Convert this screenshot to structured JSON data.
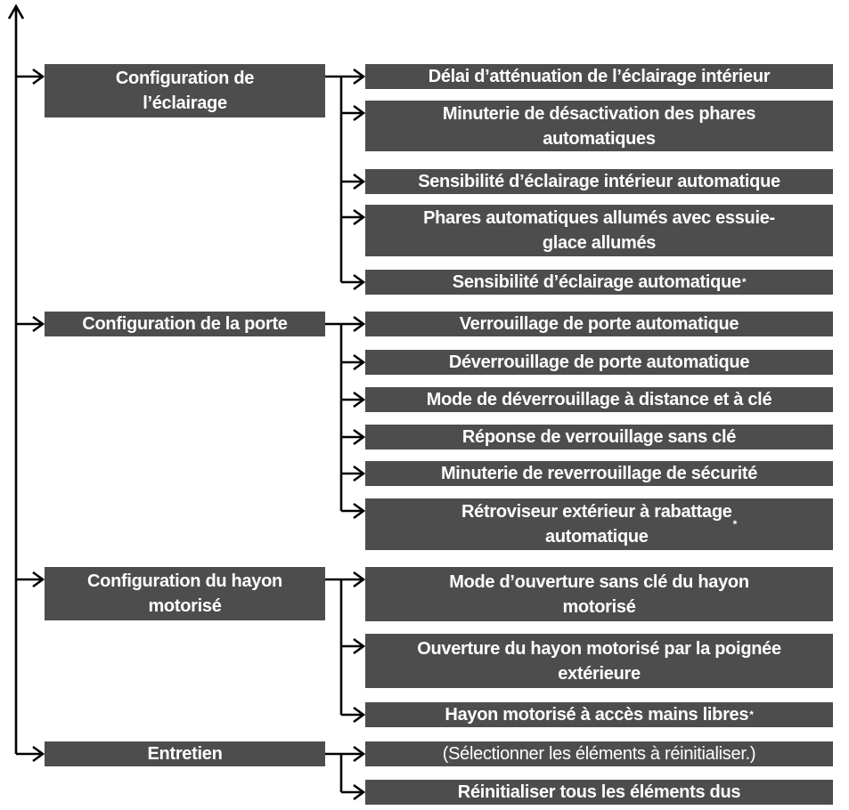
{
  "diagram": {
    "kind": "menu-tree",
    "colors": {
      "box_background": "#4d4d4d",
      "box_text": "#ffffff",
      "connector_line": "#000000",
      "page_background": "#ffffff"
    },
    "up_arrow": "continues-above",
    "categories": [
      {
        "label": "Configuration de\nl’éclairage",
        "items": [
          {
            "label": "Délai d’atténuation de l’éclairage intérieur"
          },
          {
            "label": "Minuterie de désactivation des phares\nautomatiques"
          },
          {
            "label": "Sensibilité d’éclairage intérieur automatique"
          },
          {
            "label": "Phares automatiques allumés avec essuie-\nglace allumés"
          },
          {
            "label": "Sensibilité d’éclairage automatique",
            "suffix": "*"
          }
        ]
      },
      {
        "label": "Configuration de la porte",
        "items": [
          {
            "label": "Verrouillage de porte automatique"
          },
          {
            "label": "Déverrouillage de porte automatique"
          },
          {
            "label": "Mode de déverrouillage à distance et à clé"
          },
          {
            "label": "Réponse de verrouillage sans clé"
          },
          {
            "label": "Minuterie de reverrouillage de sécurité"
          },
          {
            "label": "Rétroviseur extérieur à rabattage\nautomatique",
            "suffix": "*"
          }
        ]
      },
      {
        "label": "Configuration du hayon\nmotorisé",
        "items": [
          {
            "label": "Mode d’ouverture sans clé du hayon\nmotorisé"
          },
          {
            "label": "Ouverture du hayon motorisé par la poignée\nextérieure"
          },
          {
            "label": "Hayon motorisé à accès mains libres",
            "suffix": "*"
          }
        ]
      },
      {
        "label": "Entretien",
        "items": [
          {
            "label": "(Sélectionner les éléments à réinitialiser.)",
            "emphasis": "regular"
          },
          {
            "label": "Réinitialiser tous les éléments dus"
          }
        ]
      }
    ]
  }
}
